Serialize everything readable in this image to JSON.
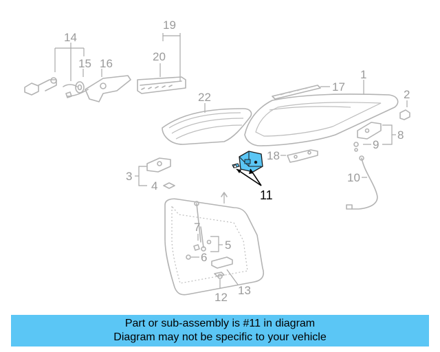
{
  "callouts": {
    "c1": "1",
    "c2": "2",
    "c3": "3",
    "c4": "4",
    "c5": "5",
    "c6": "6",
    "c7": "7",
    "c8": "8",
    "c9": "9",
    "c10": "10",
    "c11": "11",
    "c12": "12",
    "c13": "13",
    "c14": "14",
    "c15": "15",
    "c16": "16",
    "c17": "17",
    "c18": "18",
    "c19": "19",
    "c20": "20",
    "c22": "22"
  },
  "highlight_part": "11",
  "colors": {
    "highlight": "#5bc6f5",
    "linework": "#b3b3b3",
    "label": "#9a9a9a"
  },
  "banner": {
    "line1": "Part or sub-assembly is #11 in diagram",
    "line2": "Diagram may not be specific to your vehicle"
  }
}
